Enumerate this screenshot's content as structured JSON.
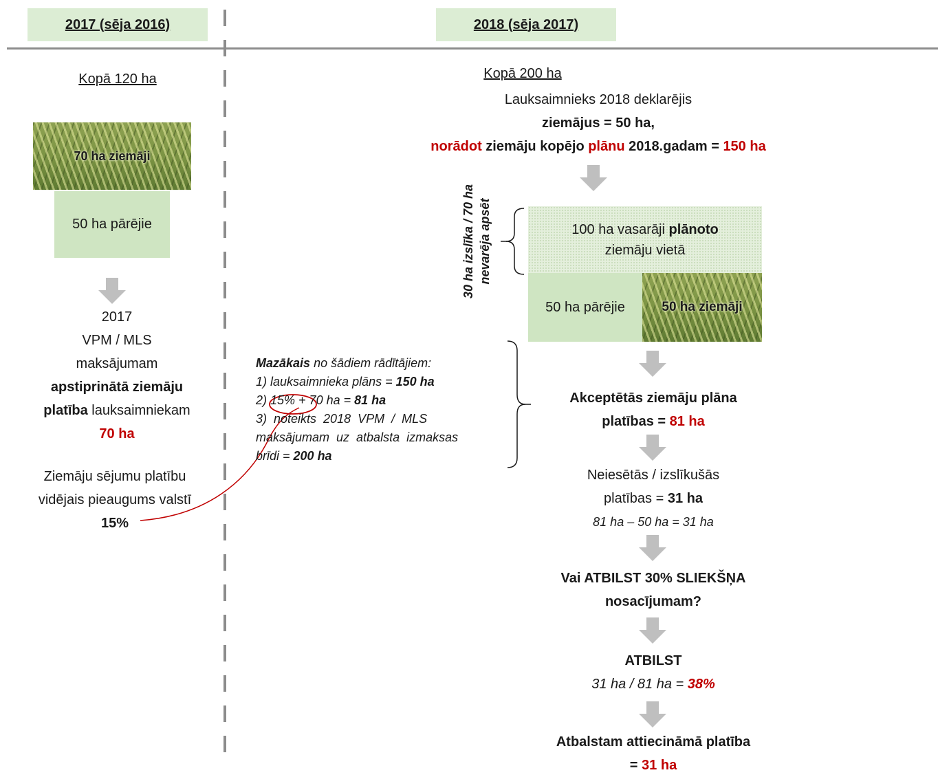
{
  "header": {
    "left": "2017 (sēja 2016)",
    "right": "2018 (sēja 2017)"
  },
  "left": {
    "total": "Kopā 120 ha",
    "winter_box": "70 ha ziemāji",
    "other_box": "50 ha pārējie",
    "year": "2017",
    "line2": "VPM / MLS",
    "line3": "maksājumam",
    "bold1": "apstiprinātā ziemāju",
    "bold2": "platība",
    "tail2": " lauksaimniekam",
    "value": "70 ha",
    "growth1": "Ziemāju sējumu platību",
    "growth2": "vidējais pieaugums valstī",
    "growth_value": "15%"
  },
  "right": {
    "total": "Kopā 200 ha",
    "decl": "Lauksaimnieks 2018 deklarējis",
    "decl_bold": "ziemājus = 50 ha,",
    "plan_red1": "norādot",
    "plan_mid1": " ziemāju kopējo ",
    "plan_red2": "plānu",
    "plan_mid2": " 2018.gadam = ",
    "plan_value": "150 ha",
    "vertical_line1": "30 ha izslīka / 70 ha",
    "vertical_line2": "nevarēja apsēt",
    "spring_pre": "100 ha vasarāji ",
    "spring_bold": "plānoto",
    "spring_line2": "ziemāju vietā",
    "other_box": "50 ha pārējie",
    "winter_box": "50 ha ziemāji",
    "accepted_line1": "Akceptētās ziemāju plāna",
    "accepted_pre2": "platības = ",
    "accepted_value": "81 ha",
    "unsown_line1": "Neiesētās / izslīkušās",
    "unsown_pre2": "platības = ",
    "unsown_value": "31 ha",
    "unsown_formula": "81 ha – 50 ha = 31 ha",
    "question_line1": "Vai ATBILST 30% SLIEKŠŅA",
    "question_line2": "nosacījumam?",
    "answer": "ATBILST",
    "answer_formula_pre": "31 ha / 81 ha = ",
    "answer_value": "38%",
    "final_line1": "Atbalstam attiecināmā platība",
    "final_pre2": "= ",
    "final_value": "31 ha"
  },
  "note": {
    "lead_bold": "Mazākais",
    "lead_rest": " no šādiem rādītājiem:",
    "item1_pre": "1) lauksaimnieka plāns = ",
    "item1_value": "150 ha",
    "item2_num": "2) ",
    "item2_pct": "15%",
    "item2_mid": " + 70 ha = ",
    "item2_value": "81 ha",
    "item3_line1": "3)  noteikts  2018  VPM  /  MLS",
    "item3_line2": "maksājumam  uz  atbalsta  izmaksas",
    "item3_pre3": "brīdi = ",
    "item3_value": "200 ha"
  },
  "colors": {
    "accent_red": "#c00000",
    "header_green": "#dcedd4",
    "box_green": "#cfe5c2",
    "arrow_gray": "#bfbfbf"
  }
}
